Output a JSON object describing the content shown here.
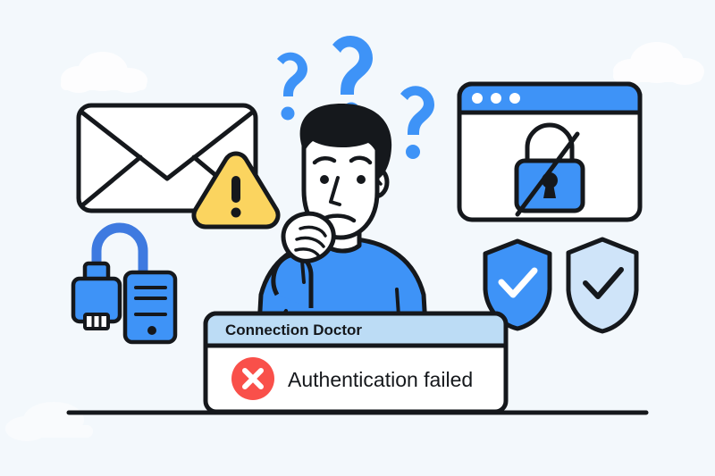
{
  "illustration": {
    "title": "Connection Doctor authentication failure illustration",
    "background_color": "#f3f8fc",
    "outline_color": "#15181c",
    "accent_blue": "#3e93f7",
    "light_blue": "#bcdcf5",
    "pale_blue": "#cfe4f9",
    "warning_yellow": "#fbd45f",
    "error_red": "#f9504a",
    "white": "#ffffff",
    "hair_color": "#15181c",
    "skin_color": "#ffffff"
  },
  "dialog": {
    "title": "Connection Doctor",
    "message": "Authentication failed",
    "title_bar_color": "#bcdcf5",
    "body_color": "#ffffff",
    "error_icon": "error-x-circle-icon",
    "error_icon_color": "#f9504a"
  },
  "browser_window": {
    "name": "browser-window-locked",
    "titlebar_color": "#3e93f7",
    "dot_count": 3,
    "content_icon": "padlock-crossed-out-icon",
    "lock_color": "#3e93f7"
  },
  "envelope": {
    "name": "envelope-icon",
    "fill": "#ffffff"
  },
  "warning": {
    "name": "warning-triangle-icon",
    "fill": "#fbd45f",
    "symbol": "!"
  },
  "network_device": {
    "name": "ethernet-plug-and-router-icon",
    "plug_color": "#3e93f7",
    "cable_color": "#3e7ae0",
    "router_color": "#3e93f7"
  },
  "shields": [
    {
      "name": "shield-check-filled",
      "fill": "#3e93f7",
      "check_color": "#ffffff"
    },
    {
      "name": "shield-check-outline",
      "fill": "#cfe4f9",
      "check_color": "#15181c"
    }
  ],
  "question_marks": [
    {
      "name": "question-mark-left",
      "size": "small",
      "color": "#3e93f7"
    },
    {
      "name": "question-mark-center",
      "size": "large",
      "color": "#3e93f7"
    },
    {
      "name": "question-mark-right",
      "size": "medium",
      "color": "#3e93f7"
    }
  ],
  "character": {
    "name": "confused-person",
    "pose": "hand-on-chin-thinking",
    "shirt_color": "#3e93f7",
    "hair_color": "#15181c"
  },
  "clouds": [
    {
      "name": "cloud-left",
      "fill": "#ffffff"
    },
    {
      "name": "cloud-right",
      "fill": "#ffffff"
    }
  ],
  "ground_line": {
    "name": "ground-line",
    "color": "#15181c"
  }
}
